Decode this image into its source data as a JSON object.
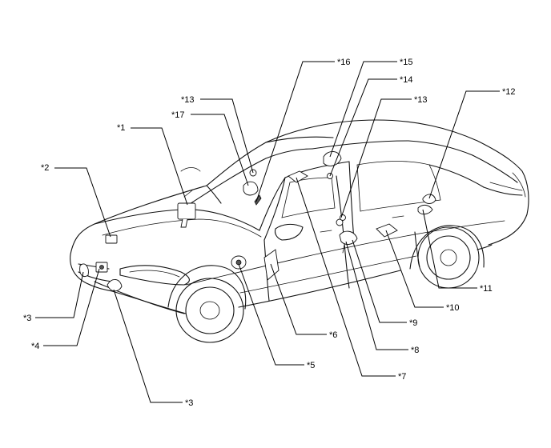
{
  "callouts": {
    "c1": "*1",
    "c2": "*2",
    "c3a": "*3",
    "c3b": "*3",
    "c4": "*4",
    "c5": "*5",
    "c6": "*6",
    "c7": "*7",
    "c8": "*8",
    "c9": "*9",
    "c10": "*10",
    "c11": "*11",
    "c12": "*12",
    "c13a": "*13",
    "c13b": "*13",
    "c14": "*14",
    "c15": "*15",
    "c16": "*16",
    "c17": "*17"
  }
}
